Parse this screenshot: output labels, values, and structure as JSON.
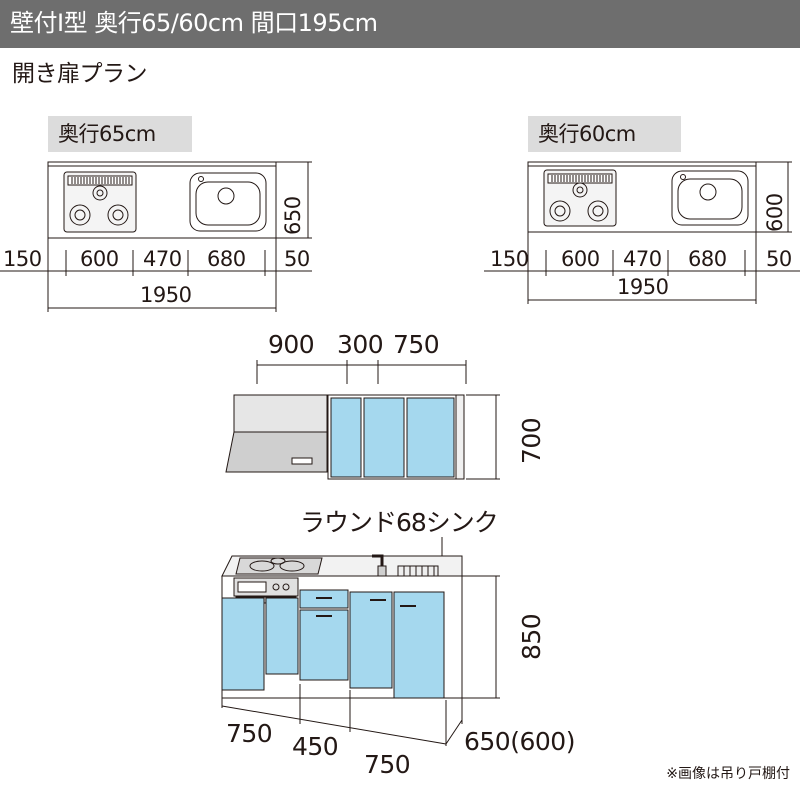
{
  "header": {
    "title": "壁付I型 奥行65/60cm 間口195cm"
  },
  "plan_title": "開き扉プラン",
  "plan_65": {
    "badge": "奥行65cm",
    "depth_label": "650",
    "segments": [
      "150",
      "600",
      "470",
      "680",
      "50"
    ],
    "total": "1950"
  },
  "plan_60": {
    "badge": "奥行60cm",
    "depth_label": "600",
    "segments": [
      "150",
      "600",
      "470",
      "680",
      "50"
    ],
    "total": "1950"
  },
  "wall_cabinet": {
    "widths": [
      "900",
      "300",
      "750"
    ],
    "height": "700"
  },
  "base_cabinet": {
    "sink_label": "ラウンド68シンク",
    "widths": [
      "750",
      "450",
      "750"
    ],
    "height": "850",
    "depth": "650(600)"
  },
  "footnote": "※画像は吊り戸棚付",
  "colors": {
    "header_bg": "#6e6e6e",
    "badge_bg": "#dcdcdc",
    "door_blue": "#a5d8ee",
    "line": "#231815"
  },
  "icons": [
    "gas-burner-icon",
    "sink-basin-icon",
    "range-hood-icon",
    "faucet-icon",
    "dish-rack-icon"
  ]
}
